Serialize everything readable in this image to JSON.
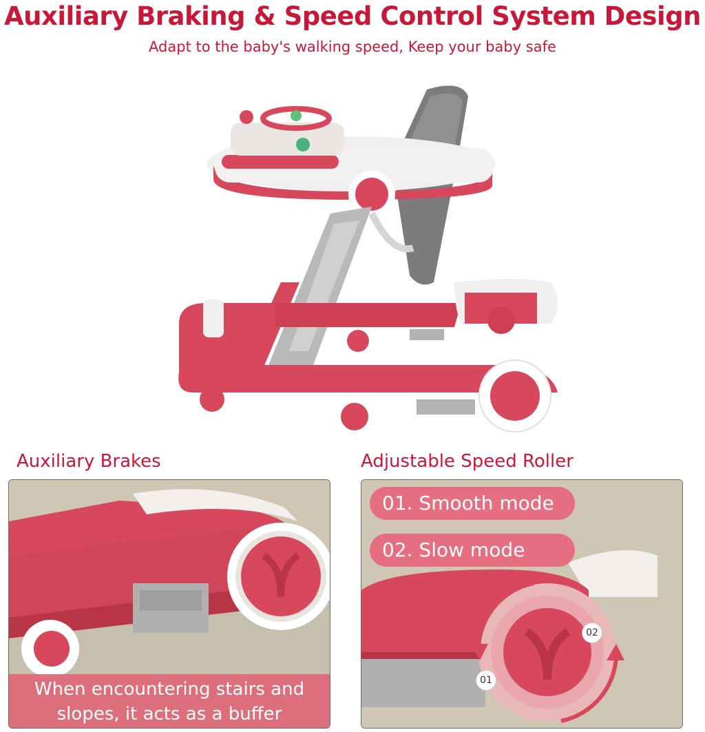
{
  "header": {
    "title": "Auxiliary Braking & Speed Control System Design",
    "subtitle": "Adapt to the baby's walking speed, Keep your baby safe"
  },
  "brakes_panel": {
    "label": "Auxiliary Brakes",
    "caption_line1": "When encountering stairs and",
    "caption_line2": "slopes, it acts as a buffer"
  },
  "speed_panel": {
    "label": "Adjustable Speed Roller",
    "modes": [
      "01. Smooth mode",
      "02. Slow mode"
    ],
    "dial_markers": [
      "02",
      "01"
    ]
  },
  "colors": {
    "accent_red": "#d93a4e",
    "title_red": "#c8183a",
    "walker_red": "#d8485c",
    "pill_pink": "#e56e80"
  },
  "icons": [
    "baby-walker-image",
    "brake-wheel-image",
    "speed-roller-image",
    "rotate-arrows-icon"
  ]
}
